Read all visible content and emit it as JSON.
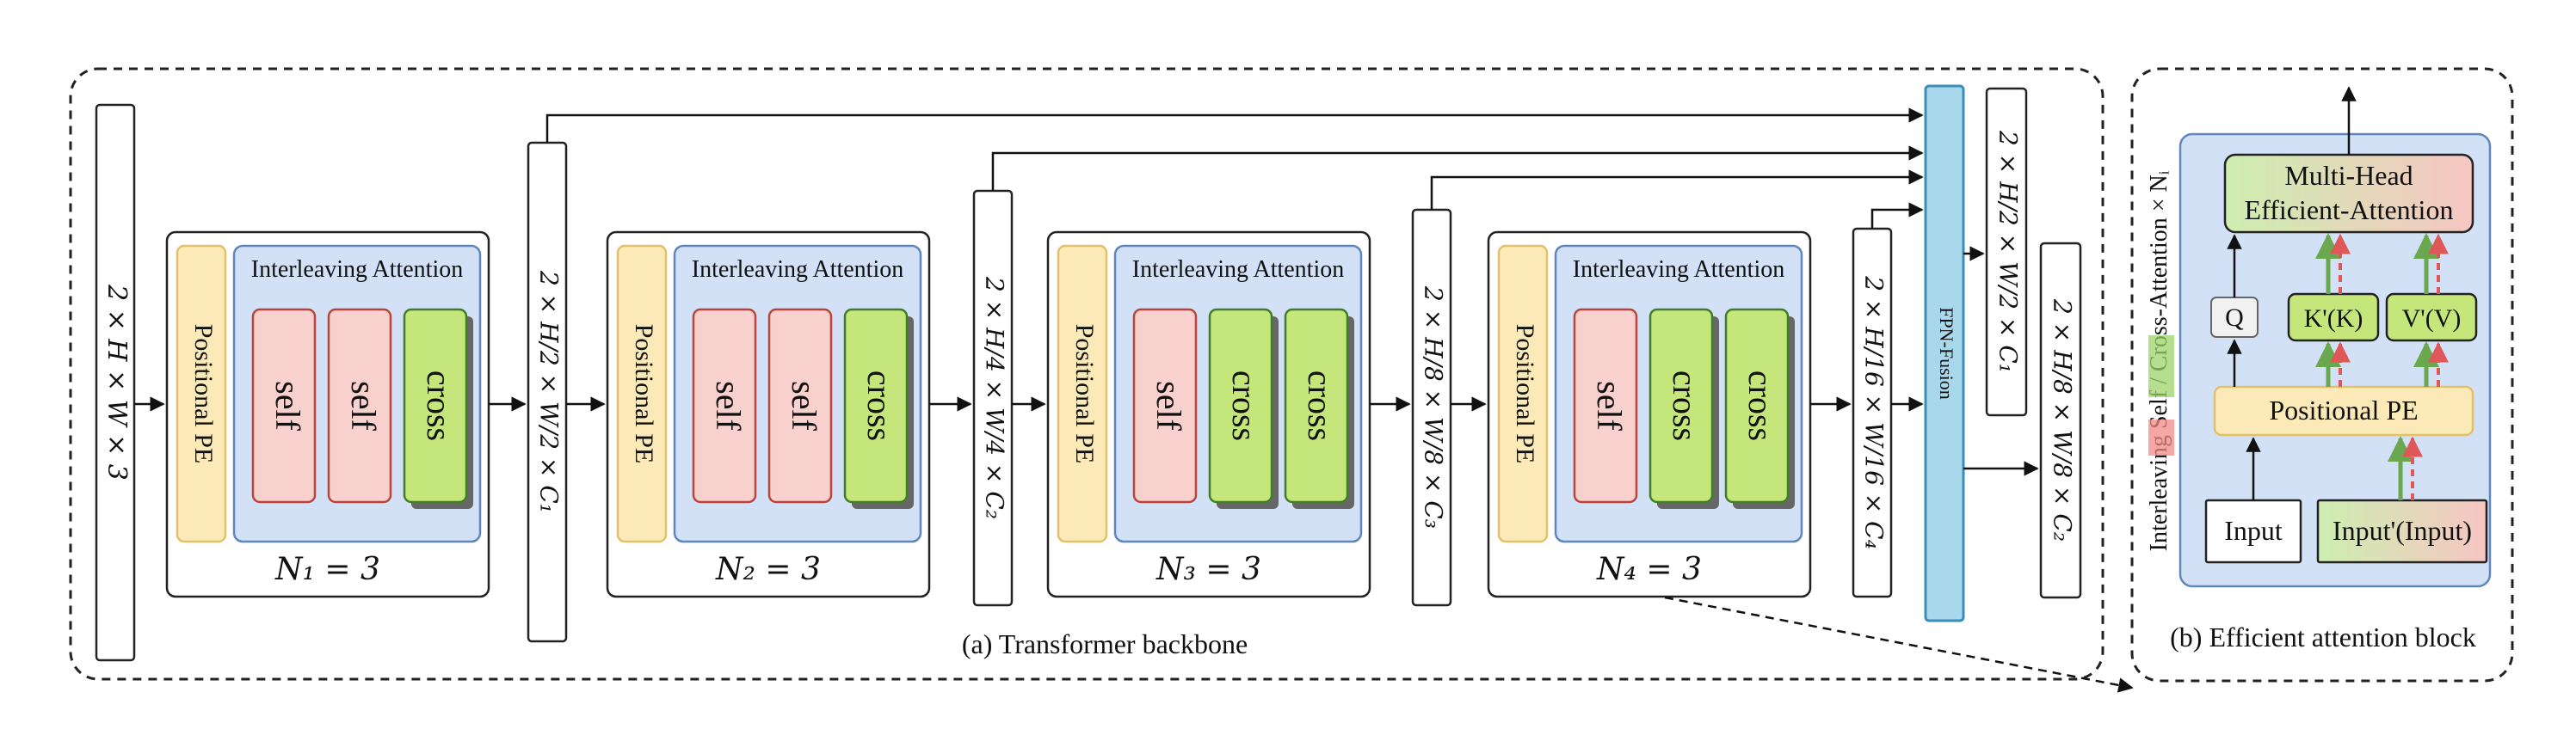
{
  "backbone": {
    "caption": "(a) Transformer backbone",
    "input_label": "2 × H × W × 3",
    "stage_outputs": [
      "2 × H/2 × W/2 × C₁",
      "2 × H/4 × W/4 × C₂",
      "2 × H/8 × W/8 × C₃",
      "2 × H/16 × W/16 × C₄"
    ],
    "stages": [
      {
        "pe_label": "Positional PE",
        "attn_title": "Interleaving Attention",
        "layers": [
          "self",
          "self",
          "cross"
        ],
        "count_label": "N₁ = 3"
      },
      {
        "pe_label": "Positional PE",
        "attn_title": "Interleaving Attention",
        "layers": [
          "self",
          "self",
          "cross"
        ],
        "count_label": "N₂ = 3"
      },
      {
        "pe_label": "Positional PE",
        "attn_title": "Interleaving Attention",
        "layers": [
          "self",
          "cross",
          "cross"
        ],
        "count_label": "N₃ = 3"
      },
      {
        "pe_label": "Positional PE",
        "attn_title": "Interleaving Attention",
        "layers": [
          "self",
          "cross",
          "cross"
        ],
        "count_label": "N₄ = 3"
      }
    ],
    "fpn_label": "FPN-Fusion",
    "fpn_outputs": [
      "2 × H/2 × W/2 × C₁",
      "2 × H/8 × W/8 × C₂"
    ]
  },
  "attention_block": {
    "caption": "(b) Efficient attention block",
    "side_label": [
      "Interleaving ",
      "Self",
      " / ",
      "Cross",
      "-Attention × Nᵢ"
    ],
    "mha_label": [
      "Multi-Head",
      "Efficient-Attention"
    ],
    "q_label": "Q",
    "k_label": "K'(K)",
    "v_label": "V'(V)",
    "pe_label": "Positional PE",
    "input_label": "Input",
    "input2_label": "Input'(Input)"
  },
  "colors": {
    "self_fill": "#f8d0cd",
    "self_stroke": "#b8453d",
    "cross_fill": "#c5e67a",
    "cross_stroke": "#3f7f2a",
    "pe_fill": "#fbeab8",
    "pe_stroke": "#e2c16a",
    "attn_fill": "#d2e1f5",
    "attn_stroke": "#5f86bd",
    "fpn_fill": "#a9d7ec",
    "fpn_stroke": "#3b8fb6",
    "green_arrow": "#6aa84f",
    "red_arrow": "#e05757"
  }
}
